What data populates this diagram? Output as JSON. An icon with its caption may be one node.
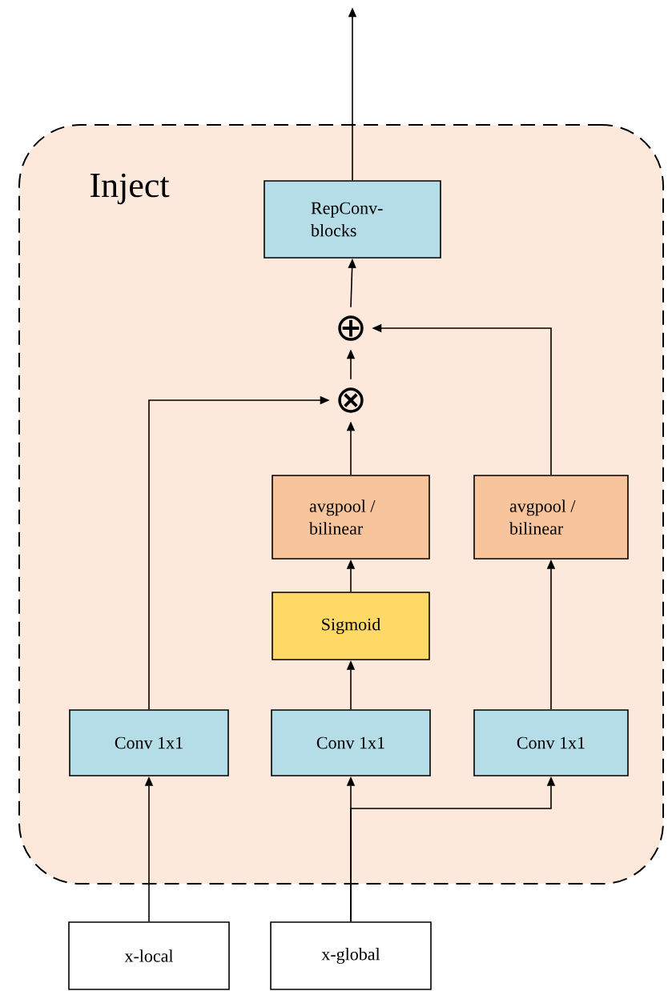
{
  "diagram": {
    "nodes": [
      {
        "text": [
          "Inject"
        ]
      },
      {
        "text": [
          "RepConv-blocks"
        ],
        "in": 0
      },
      {
        "text": [
          "⊕"
        ],
        "in": 0
      },
      {
        "text": [
          "⊗"
        ],
        "in": 0
      },
      {
        "text": [
          "avgpool / bilinear"
        ],
        "in": 0
      },
      {
        "text": [
          "avgpool / bilinear"
        ],
        "in": 0
      },
      {
        "text": [
          "Sigmoid"
        ],
        "in": 0
      },
      {
        "text": [
          "Conv 1x1"
        ],
        "in": 0
      },
      {
        "text": [
          "Conv 1x1"
        ],
        "in": 0
      },
      {
        "text": [
          "Conv 1x1"
        ],
        "in": 0
      },
      {
        "text": [
          "x-local"
        ]
      },
      {
        "text": [
          "x-global"
        ]
      }
    ],
    "edges": [
      {
        "from": 1,
        "to": null,
        "arrow": "to"
      },
      {
        "from": 2,
        "to": 1,
        "arrow": "to"
      },
      {
        "from": 3,
        "to": 2,
        "arrow": "to"
      },
      {
        "from": 4,
        "to": 3,
        "arrow": "to"
      },
      {
        "from": 5,
        "to": 2,
        "arrow": "to"
      },
      {
        "from": 6,
        "to": 4,
        "arrow": "to"
      },
      {
        "from": 8,
        "to": 6,
        "arrow": "to"
      },
      {
        "from": 9,
        "to": 5,
        "arrow": "to"
      },
      {
        "from": 7,
        "to": 3,
        "arrow": "to"
      },
      {
        "from": 10,
        "to": 7,
        "arrow": "to"
      },
      {
        "from": 11,
        "to": 8,
        "arrow": "to"
      },
      {
        "from": 11,
        "to": 9,
        "arrow": "to"
      }
    ]
  }
}
